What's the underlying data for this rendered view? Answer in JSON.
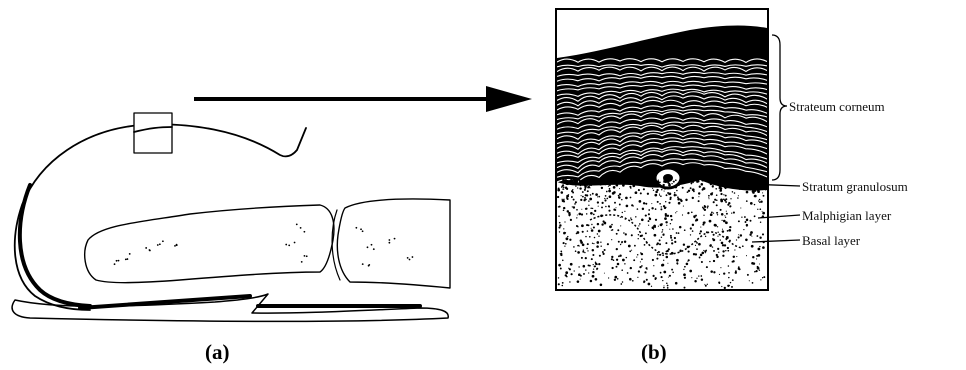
{
  "panels": {
    "a": {
      "label": "(a)"
    },
    "b": {
      "label": "(b)"
    }
  },
  "layers": [
    {
      "label": "Strateum corneum"
    },
    {
      "label": "Stratum granulosum"
    },
    {
      "label": "Malphigian layer"
    },
    {
      "label": "Basal layer"
    }
  ],
  "colors": {
    "ink": "#000000",
    "background": "#ffffff"
  }
}
